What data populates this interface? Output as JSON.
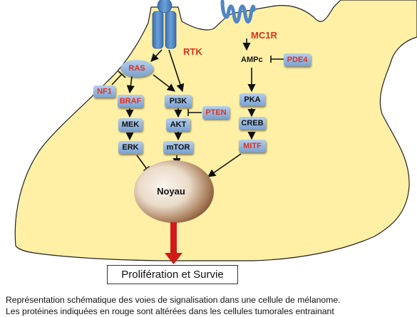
{
  "labels": {
    "rtk": "RTK",
    "mc1r": "MC1R",
    "ampc": "AMPc",
    "noyau": "Noyau"
  },
  "nodes": {
    "ras": "RAS",
    "nf1": "NF1",
    "braf": "BRAF",
    "mek": "MEK",
    "erk": "ERK",
    "pi3k": "PI3K",
    "pten": "PTEN",
    "akt": "AKT",
    "mtor": "mTOR",
    "pde4": "PDE4",
    "pka": "PKA",
    "creb": "CREB",
    "mitf": "MITF"
  },
  "result": "Prolifération et Survie",
  "caption": {
    "line1": "Représentation schématique des voies de signalisation dans une cellule de mélanome.",
    "line2": "Les protéines indiquées en rouge sont altérées dans les cellules tumorales entrainant"
  },
  "colors": {
    "altered_text": "#e0301e",
    "normal_text": "#111111",
    "box_fill": "#8fb3dc",
    "cell_fill": "#fff0a6",
    "receptor": "#4f86c6",
    "arrow_red": "#d11a1a"
  }
}
